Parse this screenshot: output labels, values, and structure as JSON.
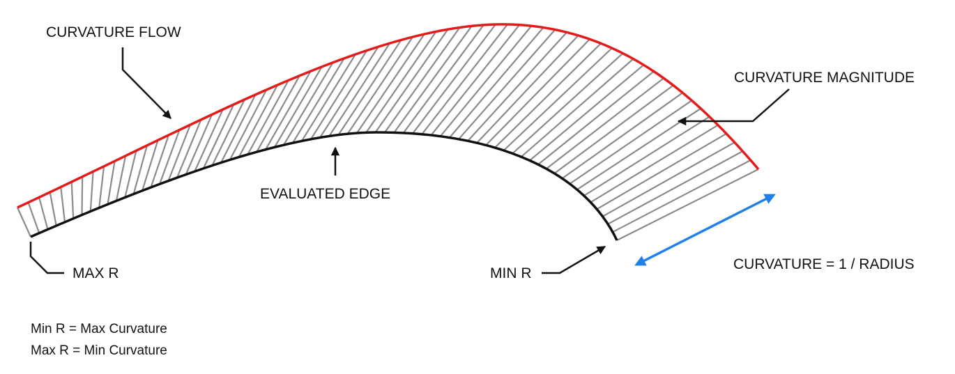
{
  "diagram": {
    "labels": {
      "curvature_flow": "CURVATURE FLOW",
      "curvature_magnitude": "CURVATURE MAGNITUDE",
      "evaluated_edge": "EVALUATED EDGE",
      "max_r": "MAX R",
      "min_r": "MIN R",
      "formula": "CURVATURE = 1 / RADIUS"
    },
    "notes": {
      "line1": "Min R = Max Curvature",
      "line2": "Max R = Min Curvature"
    },
    "colors": {
      "flow_curve": "#e31b1b",
      "evaluated_edge": "#111111",
      "comb_lines": "#8a8a8a",
      "leaders": "#111111",
      "dimension_arrow": "#1f7fe8"
    },
    "comb_line_count": 70
  }
}
